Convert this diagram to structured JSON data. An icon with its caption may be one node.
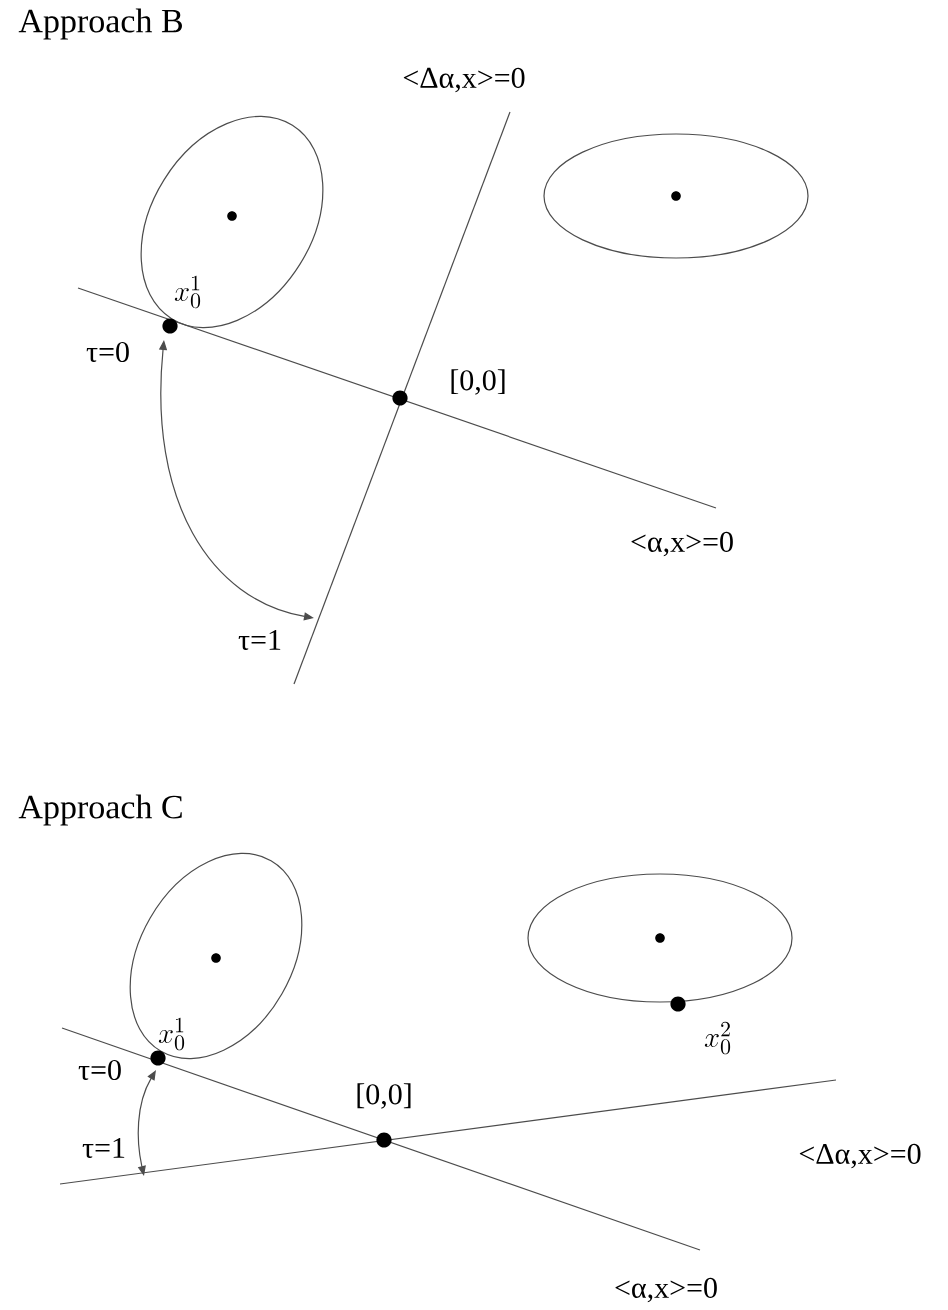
{
  "diagram": {
    "labels": [
      "Approach B",
      "<Δα,x>=0",
      "x_0^1",
      "τ=0",
      "[0,0]",
      "<α,x>=0",
      "τ=1",
      "Approach C",
      "x_0^1",
      "x_0^2",
      "τ=0",
      "[0,0]",
      "<Δα,x>=0",
      "τ=1",
      "<α,x>=0"
    ]
  }
}
